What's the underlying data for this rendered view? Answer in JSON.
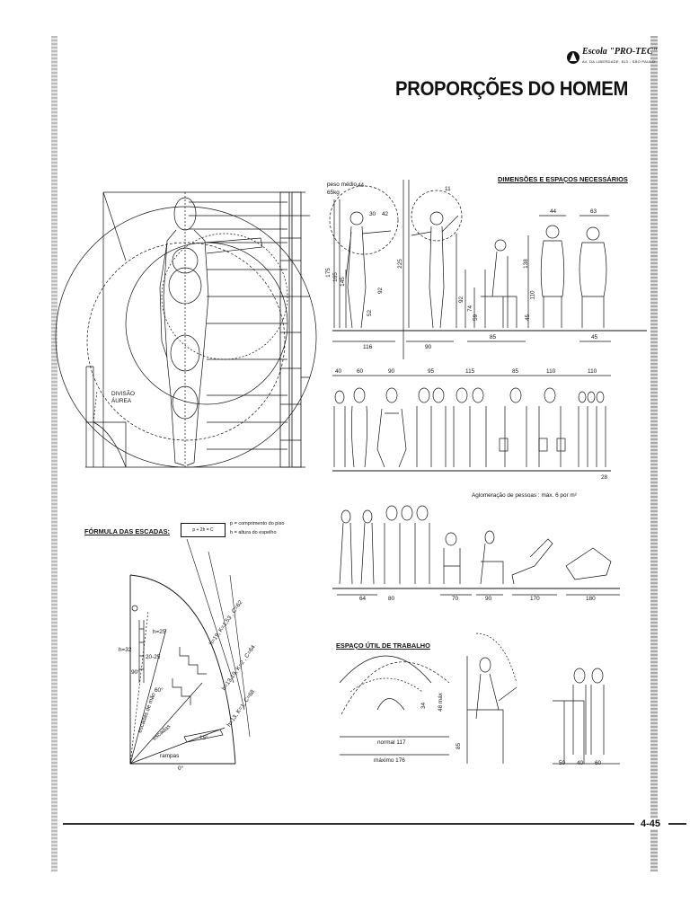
{
  "header": {
    "school": "Escola \"PRO-TEC\"",
    "address": "AV. DA LIBERDADE, 813 - SÃO PAULO",
    "title": "PROPORÇÕES DO HOMEM"
  },
  "vitruvian": {
    "divisao": "DIVISÃO",
    "aurea": "ÁUREA"
  },
  "dimensions": {
    "heading": "DIMENSÕES E ESPAÇOS NECESSÁRIOS",
    "peso_label": "peso médio",
    "peso_value": "65kg",
    "standing": {
      "w": "44",
      "a": "30",
      "b": "42",
      "h1": "175",
      "h2": "165",
      "h3": "145",
      "h4": "92",
      "h5": "52",
      "base": "116"
    },
    "reach": {
      "r": "11",
      "h": "225",
      "base": "90"
    },
    "seated": {
      "h1": "92",
      "h2": "74",
      "h3": "59",
      "base": "85"
    },
    "seated_front": {
      "w": "44",
      "h1": "138",
      "h2": "110",
      "h3": "45"
    },
    "seated_front2": {
      "w": "63",
      "base": "45"
    }
  },
  "widths_row": [
    "40",
    "60",
    "90",
    "95",
    "115",
    "85",
    "110",
    "110"
  ],
  "widths_extra": "28",
  "aglomeracao": "Aglomeração de pessoas : máx. 6 por m²",
  "postures_row": [
    "64",
    "80",
    "70",
    "90",
    "170",
    "180"
  ],
  "stairs": {
    "heading": "FÓRMULA DAS ESCADAS:",
    "formula": "p + 2h = C",
    "legend_p": "p = comprimento do piso",
    "legend_h": "h = altura do espelho",
    "h32": "h=32",
    "d25": "h=25",
    "d2025": "20-25",
    "ang90": "90°",
    "ang60": "60°",
    "ang15": "15°",
    "ang0": "0°",
    "escadas_mao": "escadas de mão",
    "escadas": "escadas",
    "rampas": "rampas",
    "r1": "h=19, K=1,53 , C=62",
    "r2": "h=13-19, K=2 , C=64",
    "r3": "h=13, K=1, C=68"
  },
  "work": {
    "heading": "ESPAÇO ÚTIL DE TRABALHO",
    "d34": "34",
    "d48": "48 máx",
    "normal": "normal 117",
    "maximo": "máximo 176",
    "d85": "85",
    "bottom": [
      "50",
      "40",
      "60"
    ]
  },
  "footer": {
    "page": "4-45"
  }
}
